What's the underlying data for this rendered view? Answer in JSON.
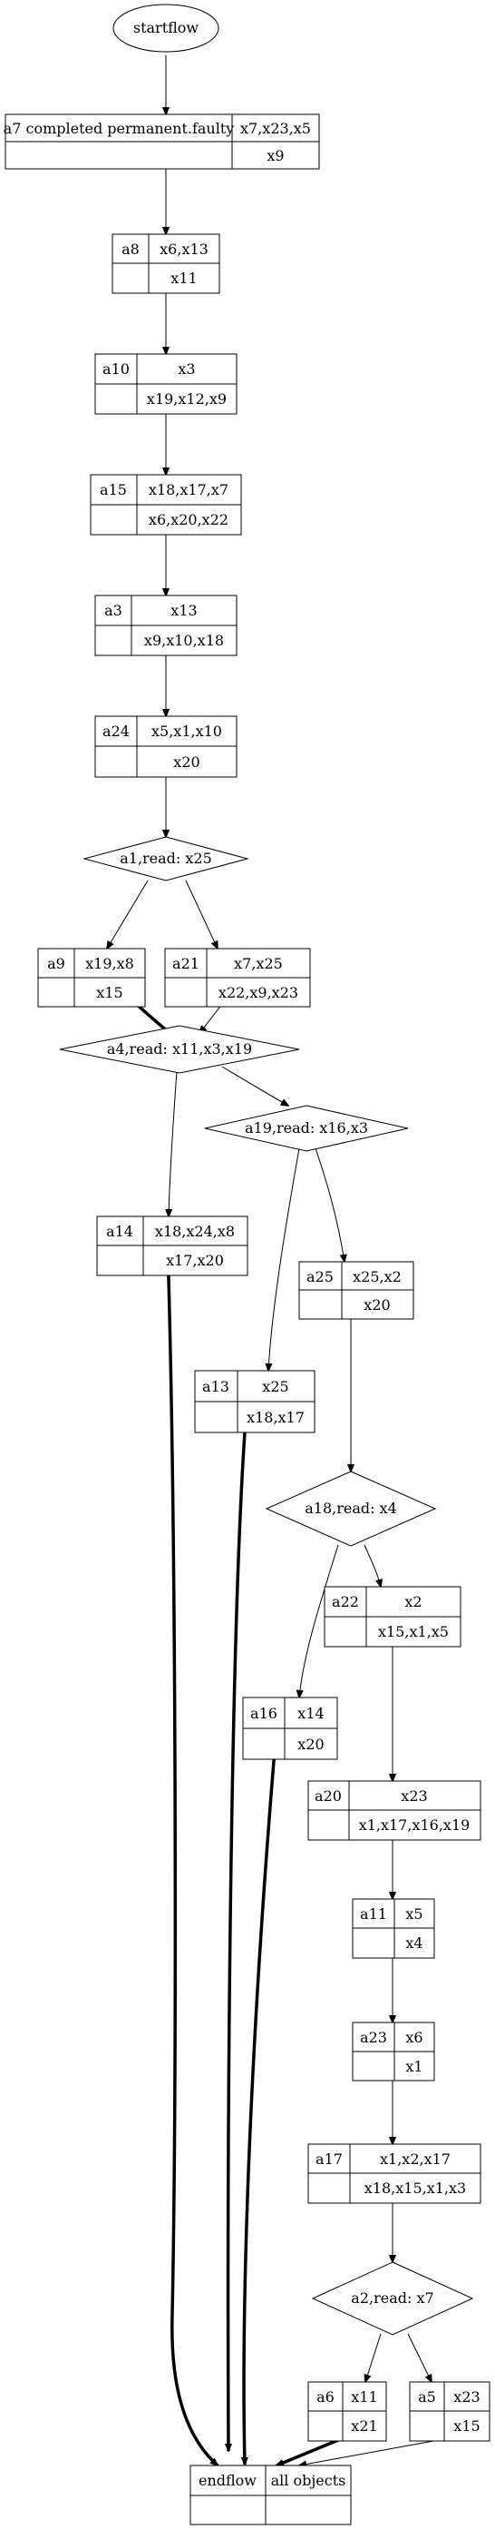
{
  "start": {
    "label": "startflow"
  },
  "nodes": {
    "a7": {
      "id": "a7 completed permanent.faulty",
      "write": "x7,x23,x5",
      "read": "x9"
    },
    "a8": {
      "id": "a8",
      "write": "x6,x13",
      "read": "x11"
    },
    "a10": {
      "id": "a10",
      "write": "x3",
      "read": "x19,x12,x9"
    },
    "a15": {
      "id": "a15",
      "write": "x18,x17,x7",
      "read": "x6,x20,x22"
    },
    "a3": {
      "id": "a3",
      "write": "x13",
      "read": "x9,x10,x18"
    },
    "a24": {
      "id": "a24",
      "write": "x5,x1,x10",
      "read": "x20"
    },
    "a9": {
      "id": "a9",
      "write": "x19,x8",
      "read": "x15"
    },
    "a21": {
      "id": "a21",
      "write": "x7,x25",
      "read": "x22,x9,x23"
    },
    "a14": {
      "id": "a14",
      "write": "x18,x24,x8",
      "read": "x17,x20"
    },
    "a25": {
      "id": "a25",
      "write": "x25,x2",
      "read": "x20"
    },
    "a13": {
      "id": "a13",
      "write": "x25",
      "read": "x18,x17"
    },
    "a22": {
      "id": "a22",
      "write": "x2",
      "read": "x15,x1,x5"
    },
    "a16": {
      "id": "a16",
      "write": "x14",
      "read": "x20"
    },
    "a20": {
      "id": "a20",
      "write": "x23",
      "read": "x1,x17,x16,x19"
    },
    "a11": {
      "id": "a11",
      "write": "x5",
      "read": "x4"
    },
    "a23": {
      "id": "a23",
      "write": "x6",
      "read": "x1"
    },
    "a17": {
      "id": "a17",
      "write": "x1,x2,x17",
      "read": "x18,x15,x1,x3"
    },
    "a6": {
      "id": "a6",
      "write": "x11",
      "read": "x21"
    },
    "a5": {
      "id": "a5",
      "write": "x23",
      "read": "x15"
    }
  },
  "decisions": {
    "a1": {
      "label": "a1,read: x25"
    },
    "a4": {
      "label": "a4,read: x11,x3,x19"
    },
    "a19": {
      "label": "a19,read: x16,x3"
    },
    "a18": {
      "label": "a18,read: x4"
    },
    "a2": {
      "label": "a2,read: x7"
    }
  },
  "end": {
    "label": "endflow",
    "objects": "all objects"
  }
}
